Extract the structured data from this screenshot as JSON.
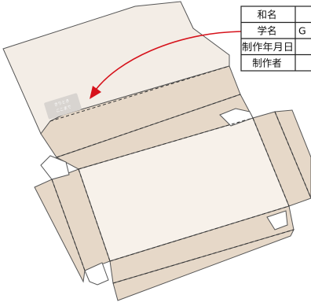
{
  "info_table": {
    "rows": [
      {
        "key": "和名",
        "value": ""
      },
      {
        "key": "学名",
        "value": "G"
      },
      {
        "key": "制作年月日",
        "value": ""
      },
      {
        "key": "制作者",
        "value": ""
      }
    ]
  },
  "inner_label": {
    "line1": "きりとき",
    "line2": "ここまで"
  },
  "colors": {
    "lid": "#f3ede6",
    "side": "#e6d8c8",
    "base": "#f7f1ea",
    "flap": "#ffffff",
    "outline": "#555555",
    "arrow": "#d6121b"
  }
}
